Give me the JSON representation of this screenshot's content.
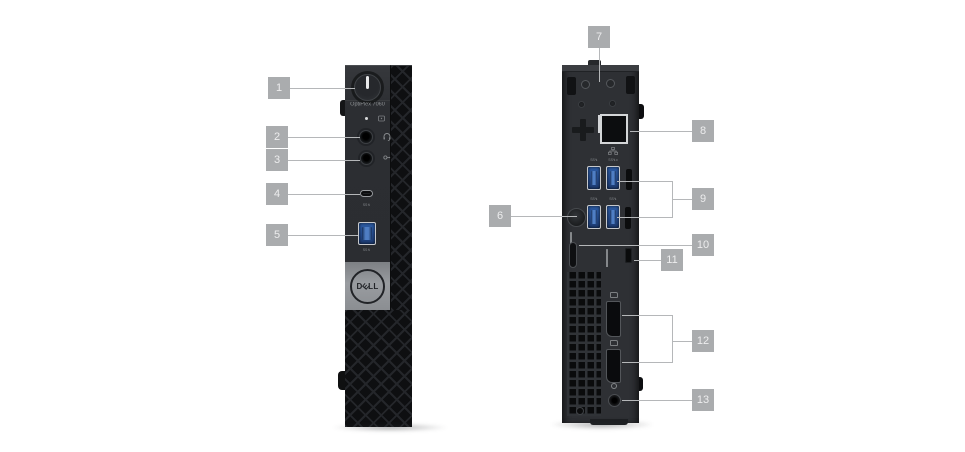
{
  "colors": {
    "callout_bg": "#aaacae",
    "callout_text": "#ededee",
    "callout_line": "#b5b7b9",
    "usb_blue": "#2e5ea8",
    "dell_band_gray": "#8f9296",
    "chassis_gray": "#2e3034",
    "background": "#ffffff"
  },
  "front": {
    "model_label": "OptiPlex 7060",
    "logo_letters": [
      "D",
      "E",
      "L",
      "L"
    ],
    "usb_c_badge": "SS↯",
    "usb_a_badge": "SS↯"
  },
  "back": {
    "usb_badges": [
      "SS↯",
      "SS↯o",
      "SS↯",
      "SS↯"
    ]
  },
  "callouts": {
    "labels": [
      "1",
      "2",
      "3",
      "4",
      "5",
      "6",
      "7",
      "8",
      "9",
      "10",
      "11",
      "12",
      "13"
    ]
  }
}
